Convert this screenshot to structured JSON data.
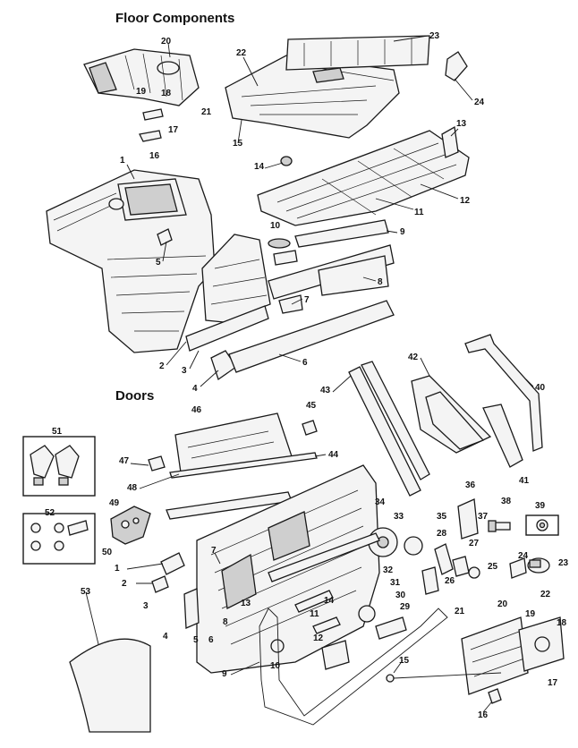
{
  "sections": {
    "floor_title": "Floor Components",
    "doors_title": "Doors"
  },
  "floor_callouts": [
    "1",
    "2",
    "3",
    "4",
    "5",
    "6",
    "7",
    "8",
    "9",
    "10",
    "11",
    "12",
    "13",
    "14",
    "15",
    "16",
    "17",
    "18",
    "19",
    "20",
    "21",
    "22",
    "23",
    "24"
  ],
  "door_callouts": [
    "1",
    "2",
    "3",
    "4",
    "5",
    "6",
    "7",
    "8",
    "9",
    "10",
    "11",
    "12",
    "13",
    "14",
    "15",
    "16",
    "17",
    "18",
    "19",
    "20",
    "21",
    "22",
    "23",
    "24",
    "25",
    "26",
    "27",
    "28",
    "29",
    "30",
    "31",
    "32",
    "33",
    "34",
    "35",
    "36",
    "37",
    "38",
    "39",
    "40",
    "41",
    "42",
    "43",
    "44",
    "45",
    "46",
    "47",
    "48",
    "49",
    "50",
    "51",
    "52",
    "53"
  ]
}
